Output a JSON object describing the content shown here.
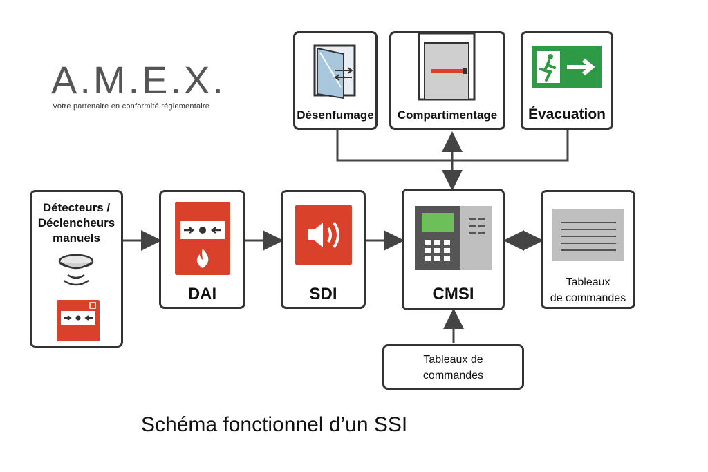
{
  "logo": {
    "text": "A.M.E.X.",
    "tagline": "Votre partenaire en conformité réglementaire"
  },
  "nodes": {
    "desenfumage": "Désenfumage",
    "compartimentage": "Compartimentage",
    "evacuation": "Évacuation",
    "detecteurs_line1": "Détecteurs /",
    "detecteurs_line2": "Déclencheurs",
    "detecteurs_line3": "manuels",
    "dai": "DAI",
    "sdi": "SDI",
    "cmsi": "CMSI",
    "tableaux_right_line1": "Tableaux",
    "tableaux_right_line2": "de commandes",
    "tableaux_bottom_line1": "Tableaux de",
    "tableaux_bottom_line2": "commandes"
  },
  "caption": "Schéma fonctionnel d’un SSI",
  "colors": {
    "red": "#d9412b",
    "green": "#2e9a46",
    "border": "#333333",
    "panel_gray": "#bfbfbf",
    "screen_green": "#6dbf5a"
  }
}
